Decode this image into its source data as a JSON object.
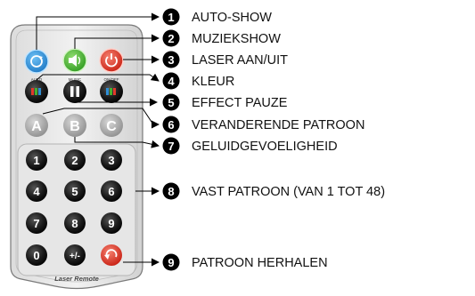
{
  "remote": {
    "brand": "Laser Remote",
    "buttons": {
      "auto": {
        "label": "AUTO",
        "color": "#2e8fd6"
      },
      "music": {
        "label": "MUSIC",
        "color": "#46b02f"
      },
      "power": {
        "label": "ON/OFF",
        "color": "#e23a2b"
      },
      "color": {
        "label": ""
      },
      "pause": {
        "label": ""
      },
      "color2": {
        "label": ""
      },
      "a": {
        "label": "A"
      },
      "b": {
        "label": "B"
      },
      "c": {
        "label": "C"
      },
      "n1": {
        "label": "1"
      },
      "n2": {
        "label": "2"
      },
      "n3": {
        "label": "3"
      },
      "n4": {
        "label": "4"
      },
      "n5": {
        "label": "5"
      },
      "n6": {
        "label": "6"
      },
      "n7": {
        "label": "7"
      },
      "n8": {
        "label": "8"
      },
      "n9": {
        "label": "9"
      },
      "n0": {
        "label": "0"
      },
      "plusminus": {
        "label": "+/-"
      },
      "repeat": {
        "label": "",
        "color": "#e23a2b"
      }
    }
  },
  "callouts": [
    {
      "number": "1",
      "text": "AUTO-SHOW"
    },
    {
      "number": "2",
      "text": "MUZIEKSHOW"
    },
    {
      "number": "3",
      "text": "LASER AAN/UIT"
    },
    {
      "number": "4",
      "text": "KLEUR"
    },
    {
      "number": "5",
      "text": "EFFECT PAUZE"
    },
    {
      "number": "6",
      "text": "VERANDERENDE PATROON"
    },
    {
      "number": "7",
      "text": "GELUIDGEVOELIGHEID"
    },
    {
      "number": "8",
      "text": "VAST PATROON (VAN 1 TOT 48)"
    },
    {
      "number": "9",
      "text": "PATROON HERHALEN"
    }
  ]
}
